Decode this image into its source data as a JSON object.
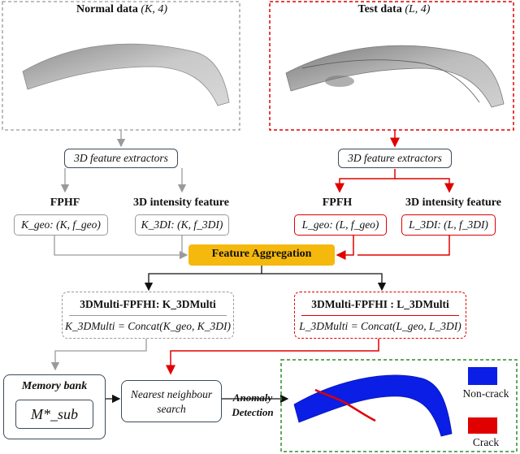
{
  "normal": {
    "title": "Normal data",
    "dims": "(K, 4)"
  },
  "test": {
    "title": "Test data",
    "dims": "(L, 4)"
  },
  "extractor_label": "3D feature extractors",
  "left": {
    "fpfh_title": "FPHF",
    "fpfh_formula": "K_geo: (K, f_geo)",
    "intensity_title": "3D intensity feature",
    "intensity_formula": "K_3DI: (K, f_3DI)",
    "multi_title": "3DMulti-FPFHI: K_3DMulti",
    "multi_formula": "K_3DMulti = Concat(K_geo, K_3DI)"
  },
  "right": {
    "fpfh_title": "FPFH",
    "fpfh_formula": "L_geo: (L, f_geo)",
    "intensity_title": "3D intensity feature",
    "intensity_formula": "L_3DI: (L, f_3DI)",
    "multi_title": "3DMulti-FPFHI : L_3DMulti",
    "multi_formula": "L_3DMulti = Concat(L_geo, L_3DI)"
  },
  "aggregation_label": "Feature Aggregation",
  "memory_bank": {
    "title": "Memory bank",
    "symbol": "M*_sub"
  },
  "nn_search": {
    "line1": "Nearest neighbour",
    "line2": "search"
  },
  "anomaly": {
    "line1": "Anomaly",
    "line2": "Detection"
  },
  "legend": {
    "noncrack": "Non-crack",
    "crack": "Crack"
  },
  "colors": {
    "red": "#e00000",
    "gray": "#9a9a9a",
    "orange": "#f5b80d",
    "green": "#2e8b2e",
    "blue": "#0a1ee6"
  }
}
